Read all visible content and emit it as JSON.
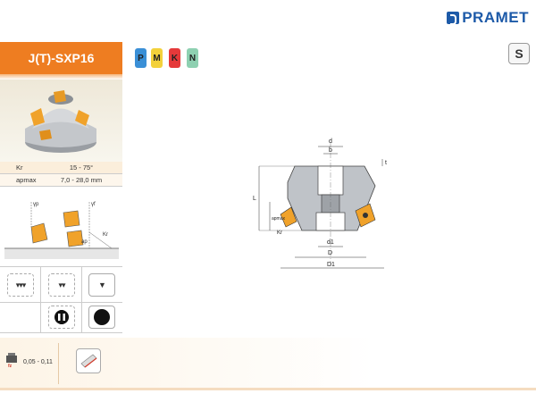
{
  "brand": {
    "name": "PRAMET"
  },
  "product": {
    "title": "J(T)-SXP16"
  },
  "materials": [
    {
      "letter": "P",
      "color": "#3a8fd6"
    },
    {
      "letter": "M",
      "color": "#f3d13b"
    },
    {
      "letter": "K",
      "color": "#e5393a"
    },
    {
      "letter": "N",
      "color": "#8ed0b1"
    }
  ],
  "grade_code": "S",
  "params": {
    "kr": {
      "label": "Kr",
      "value": "15 - 75°"
    },
    "ap": {
      "label": "apmax",
      "value": "7,0 - 28,0 mm"
    }
  },
  "diagram": {
    "labels": {
      "d": "d",
      "b": "b",
      "t": "t",
      "L": "L",
      "ap": "apmax",
      "kr": "Kr",
      "d1": "d1",
      "D": "D",
      "D1": "D1"
    }
  },
  "schema": {
    "labels": {
      "gp": "γp",
      "gf": "γf",
      "kr": "Kr",
      "ap": "ap"
    }
  },
  "icons": {
    "chipbreakers": [
      "▾▾▾",
      "▾▾",
      "▼"
    ],
    "coolant": [
      "cross-section-icon",
      "solid-circle-icon"
    ]
  },
  "feed": {
    "value": "0,05 - 0,11"
  }
}
